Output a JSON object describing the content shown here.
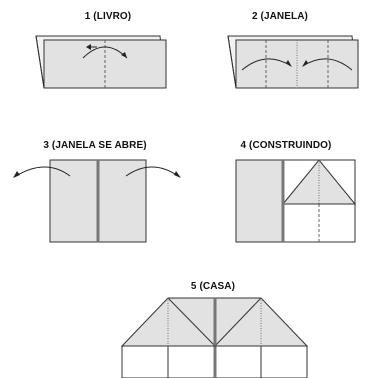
{
  "steps": [
    {
      "label": "1 (LIVRO)"
    },
    {
      "label": "2 (JANELA)"
    },
    {
      "label": "3 (JANELA SE ABRE)"
    },
    {
      "label": "4 (CONSTRUINDO)"
    },
    {
      "label": "5 (CASA)"
    }
  ]
}
